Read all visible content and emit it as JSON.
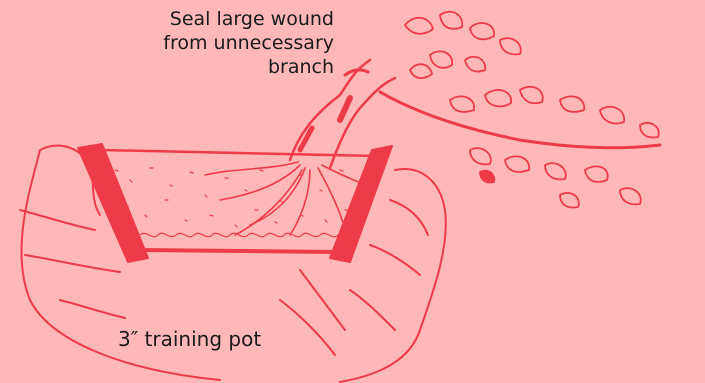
{
  "annotations": {
    "wound": [
      "Seal large wound",
      "from unnecessary",
      "branch"
    ],
    "pot": "3″ training  pot"
  },
  "colors": {
    "background": "#ffb8b8",
    "ink": "#ee3b4a",
    "text": "#1a1a1a"
  }
}
